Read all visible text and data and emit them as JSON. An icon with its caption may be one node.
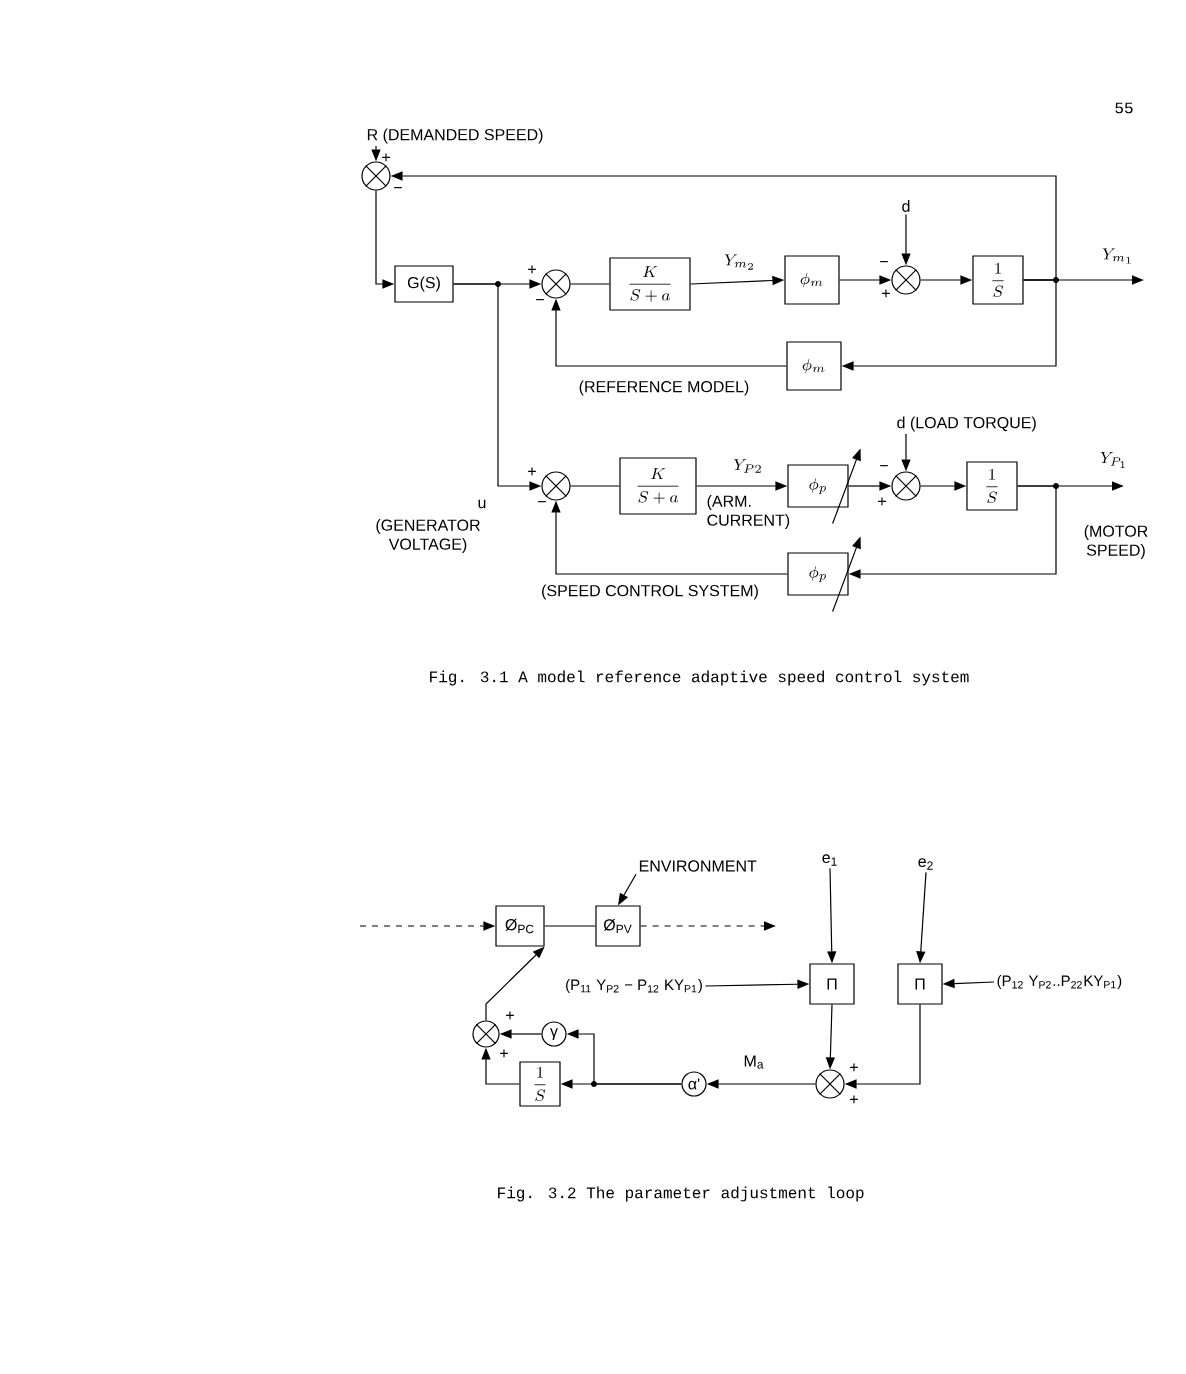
{
  "diagram": {
    "nodes": [
      {
        "text": [
          "R (DEMANDED SPEED)"
        ]
      },
      {
        "text": [],
        "shape": "circle",
        "beside": [
          "+",
          "−"
        ]
      },
      {
        "text": [
          "G(S)"
        ]
      },
      {
        "text": [],
        "shape": "circle",
        "beside": [
          "+",
          "−"
        ]
      },
      {
        "text": [
          "\\frac{K}{S+a}"
        ]
      },
      {
        "text": [
          "\\phi_{m}"
        ]
      },
      {
        "text": [
          "d"
        ]
      },
      {
        "text": [],
        "shape": "circle",
        "beside": [
          "−",
          "+"
        ]
      },
      {
        "text": [
          "\\frac{1}{S}"
        ]
      },
      {
        "text": [
          "\\phi_{m}"
        ],
        "beside": [
          "(REFERENCE MODEL)"
        ]
      },
      {
        "text": [],
        "shape": "circle",
        "beside": [
          "+",
          "−"
        ]
      },
      {
        "text": [
          "\\frac{K}{S+a}"
        ]
      },
      {
        "text": [
          "\\phi_{p}"
        ]
      },
      {
        "text": [
          "d (LOAD TORQUE)"
        ]
      },
      {
        "text": [],
        "shape": "circle",
        "beside": [
          "−",
          "+"
        ]
      },
      {
        "text": [
          "\\frac{1}{S}"
        ]
      },
      {
        "text": [
          "\\phi_{p}"
        ],
        "beside": [
          "(SPEED CONTROL SYSTEM)"
        ]
      },
      {
        "text": [
          "ENVIRONMENT"
        ]
      },
      {
        "text": [
          "e$_{1}$"
        ]
      },
      {
        "text": [
          "e$_{2}$"
        ]
      },
      {
        "text": [
          "Ø$_{PC}$"
        ]
      },
      {
        "text": [
          "Ø$_{PV}$"
        ]
      },
      {
        "text": [
          "(P$_{11}$ Y$_{P2}$ − P$_{12}$ KY$_{P1}$)"
        ]
      },
      {
        "text": [
          "Π"
        ]
      },
      {
        "text": [
          "Π"
        ]
      },
      {
        "text": [
          "(P$_{12}$ Y$_{P2}$..P$_{22}$KY$_{P1}$)"
        ]
      },
      {
        "text": [],
        "shape": "circle",
        "beside": [
          "+",
          "+"
        ]
      },
      {
        "text": [
          "γ"
        ]
      },
      {
        "text": [],
        "shape": "circle",
        "beside": [
          "+",
          "+"
        ]
      },
      {
        "text": [
          "α'"
        ]
      },
      {
        "text": [
          "\\frac{1}{S}"
        ]
      }
    ],
    "edges": [
      {
        "from": 0,
        "to": 1,
        "arrow": "to"
      },
      {
        "from": 1,
        "to": 2,
        "arrow": "to"
      },
      {
        "from": 2,
        "to": 3,
        "arrow": "to"
      },
      {
        "from": 2,
        "to": 10,
        "arrow": "to"
      },
      {
        "from": 3,
        "to": 4,
        "arrow": "none"
      },
      {
        "from": 4,
        "to": 5,
        "arrow": "to",
        "label": "Y_{m_{2}}"
      },
      {
        "from": 5,
        "to": 7,
        "arrow": "to"
      },
      {
        "from": 6,
        "to": 7,
        "arrow": "to"
      },
      {
        "from": 7,
        "to": 8,
        "arrow": "to"
      },
      {
        "from": 8,
        "to": null,
        "arrow": "to",
        "label": "Y_{m_{1}}"
      },
      {
        "from": 8,
        "to": 1,
        "arrow": "to"
      },
      {
        "from": 8,
        "to": 9,
        "arrow": "to"
      },
      {
        "from": 9,
        "to": 3,
        "arrow": "to"
      },
      {
        "from": 10,
        "to": 11,
        "arrow": "none"
      },
      {
        "from": 11,
        "to": 12,
        "arrow": "to",
        "label": "Y_{P2}"
      },
      {
        "from": 12,
        "to": 14,
        "arrow": "to"
      },
      {
        "from": 13,
        "to": 14,
        "arrow": "to"
      },
      {
        "from": 14,
        "to": 15,
        "arrow": "to"
      },
      {
        "from": 15,
        "to": null,
        "arrow": "to",
        "label": "Y_{P_{1}}"
      },
      {
        "from": 15,
        "to": 16,
        "arrow": "to"
      },
      {
        "from": 16,
        "to": 10,
        "arrow": "to"
      },
      {
        "from": null,
        "to": 20,
        "arrow": "to",
        "style": "dashed"
      },
      {
        "from": 20,
        "to": 21,
        "arrow": "none"
      },
      {
        "from": 21,
        "to": null,
        "arrow": "to",
        "style": "dashed"
      },
      {
        "from": 17,
        "to": 21,
        "arrow": "to"
      },
      {
        "from": 18,
        "to": 23,
        "arrow": "to"
      },
      {
        "from": 19,
        "to": 24,
        "arrow": "to"
      },
      {
        "from": 22,
        "to": 23,
        "arrow": "to"
      },
      {
        "from": 25,
        "to": 24,
        "arrow": "to"
      },
      {
        "from": 23,
        "to": 28,
        "arrow": "to"
      },
      {
        "from": 24,
        "to": 28,
        "arrow": "to"
      },
      {
        "from": 28,
        "to": 29,
        "arrow": "to",
        "label": "M$_{a}$"
      },
      {
        "from": 29,
        "to": 27,
        "arrow": "to"
      },
      {
        "from": 29,
        "to": 30,
        "arrow": "to"
      },
      {
        "from": 27,
        "to": 26,
        "arrow": "to"
      },
      {
        "from": 30,
        "to": 26,
        "arrow": "to"
      },
      {
        "from": 26,
        "to": 20,
        "arrow": "to"
      }
    ],
    "labels": [
      "55",
      "u",
      "(GENERATOR VOLTAGE)",
      "(ARM. CURRENT)",
      "(MOTOR SPEED)",
      "Fig. 3.1 A model reference adaptive speed control system",
      "Fig. 3.2 The parameter adjustment loop"
    ]
  }
}
